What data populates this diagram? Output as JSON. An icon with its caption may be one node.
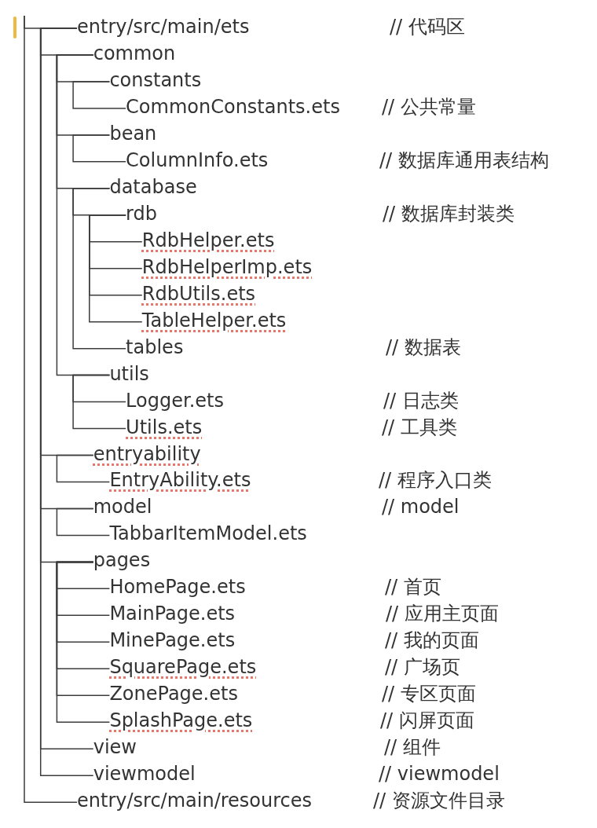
{
  "diagram": {
    "nodes": [
      {
        "text": [
          "entry/src/main/ets"
        ]
      },
      {
        "text": [
          "common"
        ]
      },
      {
        "text": [
          "constants"
        ]
      },
      {
        "text": [
          "CommonConstants.ets"
        ]
      },
      {
        "text": [
          "bean"
        ]
      },
      {
        "text": [
          "ColumnInfo.ets"
        ]
      },
      {
        "text": [
          "database"
        ]
      },
      {
        "text": [
          "rdb"
        ]
      },
      {
        "text": [
          "RdbHelper.ets"
        ]
      },
      {
        "text": [
          "RdbHelperImp.ets"
        ]
      },
      {
        "text": [
          "RdbUtils.ets"
        ]
      },
      {
        "text": [
          "TableHelper.ets"
        ]
      },
      {
        "text": [
          "tables"
        ]
      },
      {
        "text": [
          "utils"
        ]
      },
      {
        "text": [
          "Logger.ets"
        ]
      },
      {
        "text": [
          "Utils.ets"
        ]
      },
      {
        "text": [
          "entryability"
        ]
      },
      {
        "text": [
          "EntryAbility.ets"
        ]
      },
      {
        "text": [
          "model"
        ]
      },
      {
        "text": [
          "TabbarItemModel.ets"
        ]
      },
      {
        "text": [
          "pages"
        ]
      },
      {
        "text": [
          "HomePage.ets"
        ]
      },
      {
        "text": [
          "MainPage.ets"
        ]
      },
      {
        "text": [
          "MinePage.ets"
        ]
      },
      {
        "text": [
          "SquarePage.ets"
        ]
      },
      {
        "text": [
          "ZonePage.ets"
        ]
      },
      {
        "text": [
          "SplashPage.ets"
        ]
      },
      {
        "text": [
          "view"
        ]
      },
      {
        "text": [
          "viewmodel"
        ]
      },
      {
        "text": [
          "entry/src/main/resources"
        ]
      }
    ],
    "edges": [
      {
        "from": null,
        "to": 0,
        "arrow": "none"
      },
      {
        "from": 0,
        "to": 1,
        "arrow": "none"
      },
      {
        "from": 1,
        "to": 2,
        "arrow": "none"
      },
      {
        "from": 2,
        "to": 3,
        "arrow": "none"
      },
      {
        "from": 1,
        "to": 4,
        "arrow": "none"
      },
      {
        "from": 4,
        "to": 5,
        "arrow": "none"
      },
      {
        "from": 1,
        "to": 6,
        "arrow": "none"
      },
      {
        "from": 6,
        "to": 7,
        "arrow": "none"
      },
      {
        "from": 7,
        "to": 8,
        "arrow": "none"
      },
      {
        "from": 7,
        "to": 9,
        "arrow": "none"
      },
      {
        "from": 7,
        "to": 10,
        "arrow": "none"
      },
      {
        "from": 7,
        "to": 11,
        "arrow": "none"
      },
      {
        "from": 6,
        "to": 12,
        "arrow": "none"
      },
      {
        "from": 1,
        "to": 13,
        "arrow": "none"
      },
      {
        "from": 13,
        "to": 14,
        "arrow": "none"
      },
      {
        "from": 13,
        "to": 15,
        "arrow": "none"
      },
      {
        "from": 0,
        "to": 16,
        "arrow": "none"
      },
      {
        "from": 16,
        "to": 17,
        "arrow": "none"
      },
      {
        "from": 0,
        "to": 18,
        "arrow": "none"
      },
      {
        "from": 18,
        "to": 19,
        "arrow": "none"
      },
      {
        "from": 0,
        "to": 20,
        "arrow": "none"
      },
      {
        "from": 20,
        "to": 21,
        "arrow": "none"
      },
      {
        "from": 20,
        "to": 22,
        "arrow": "none"
      },
      {
        "from": 20,
        "to": 23,
        "arrow": "none"
      },
      {
        "from": 20,
        "to": 24,
        "arrow": "none"
      },
      {
        "from": 20,
        "to": 25,
        "arrow": "none"
      },
      {
        "from": 20,
        "to": 26,
        "arrow": "none"
      },
      {
        "from": 0,
        "to": 27,
        "arrow": "none"
      },
      {
        "from": 0,
        "to": 28,
        "arrow": "none"
      },
      {
        "from": null,
        "to": 29,
        "arrow": "none"
      }
    ],
    "labels": [
      "// 代码区",
      "// 公共常量",
      "// 数据库通用表结构",
      "// 数据库封装类",
      "// 数据表",
      "// 日志类",
      "// 工具类",
      "// 程序入口类",
      "// model",
      "// 首页",
      "// 应用主页面",
      "// 我的页面",
      "// 广场页",
      "// 专区页面",
      "// 闪屏页面",
      "// 组件",
      "// viewmodel",
      "// 资源文件目录"
    ]
  }
}
